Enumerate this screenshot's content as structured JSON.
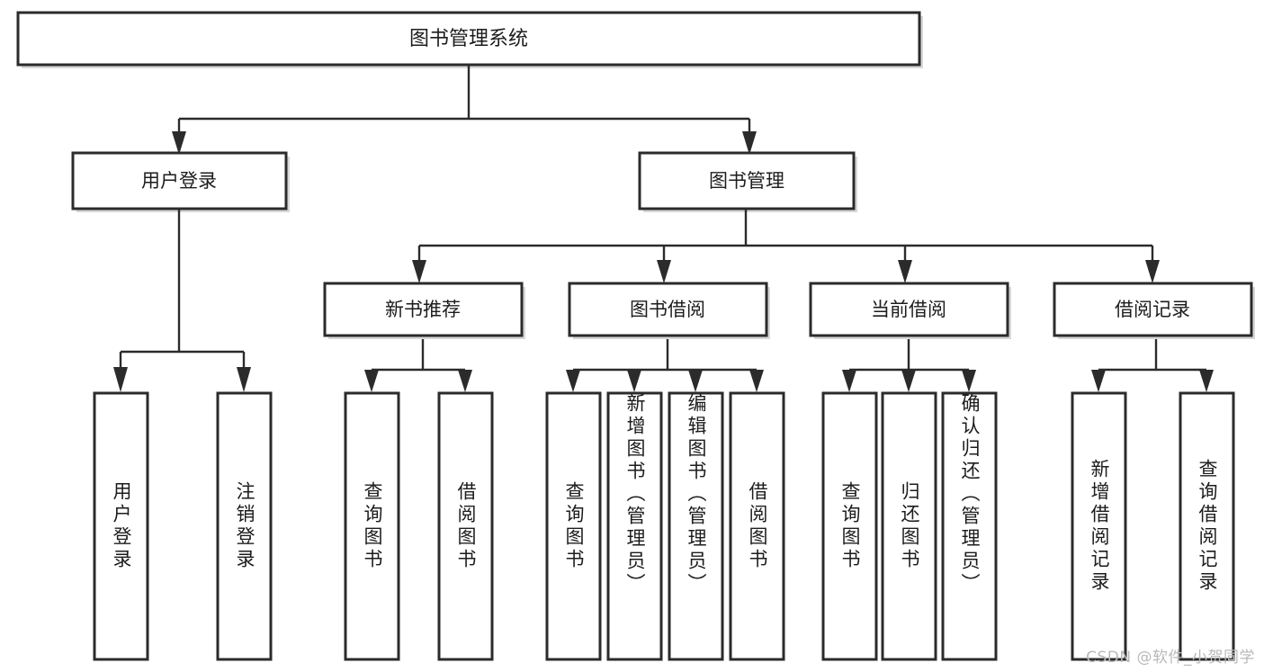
{
  "diagram": {
    "title": "图书管理系统",
    "type": "tree-hierarchy-flowchart",
    "root": {
      "id": "root",
      "label": "图书管理系统"
    },
    "level2": [
      {
        "id": "user-login",
        "label": "用户登录"
      },
      {
        "id": "book-manage",
        "label": "图书管理"
      }
    ],
    "level3": [
      {
        "id": "new-book-rec",
        "label": "新书推荐",
        "parent": "book-manage"
      },
      {
        "id": "book-borrow",
        "label": "图书借阅",
        "parent": "book-manage"
      },
      {
        "id": "current-borrow",
        "label": "当前借阅",
        "parent": "book-manage"
      },
      {
        "id": "borrow-record",
        "label": "借阅记录",
        "parent": "book-manage"
      }
    ],
    "leaves": {
      "user-login": [
        {
          "id": "leaf-user-login",
          "label": "用户登录"
        },
        {
          "id": "leaf-user-logout",
          "label": "注销登录"
        }
      ],
      "new-book-rec": [
        {
          "id": "leaf-query-book-1",
          "label": "查询图书"
        },
        {
          "id": "leaf-borrow-book-1",
          "label": "借阅图书"
        }
      ],
      "book-borrow": [
        {
          "id": "leaf-query-book-2",
          "label": "查询图书"
        },
        {
          "id": "leaf-add-book",
          "label": "新增图书（管理员）"
        },
        {
          "id": "leaf-edit-book",
          "label": "编辑图书（管理员）"
        },
        {
          "id": "leaf-borrow-book-2",
          "label": "借阅图书"
        }
      ],
      "current-borrow": [
        {
          "id": "leaf-query-book-3",
          "label": "查询图书"
        },
        {
          "id": "leaf-return-book",
          "label": "归还图书"
        },
        {
          "id": "leaf-confirm-return",
          "label": "确认归还（管理员）"
        }
      ],
      "borrow-record": [
        {
          "id": "leaf-add-record",
          "label": "新增借阅记录"
        },
        {
          "id": "leaf-query-record",
          "label": "查询借阅记录"
        }
      ]
    }
  },
  "watermark": {
    "text": "CSDN @软件_小贺同学"
  },
  "colors": {
    "box_stroke": "#2b2b2b",
    "box_fill": "#ffffff",
    "connector": "#2b2b2b",
    "text": "#1c1c1c",
    "watermark": "#b9b9b9",
    "background": "#ffffff"
  }
}
